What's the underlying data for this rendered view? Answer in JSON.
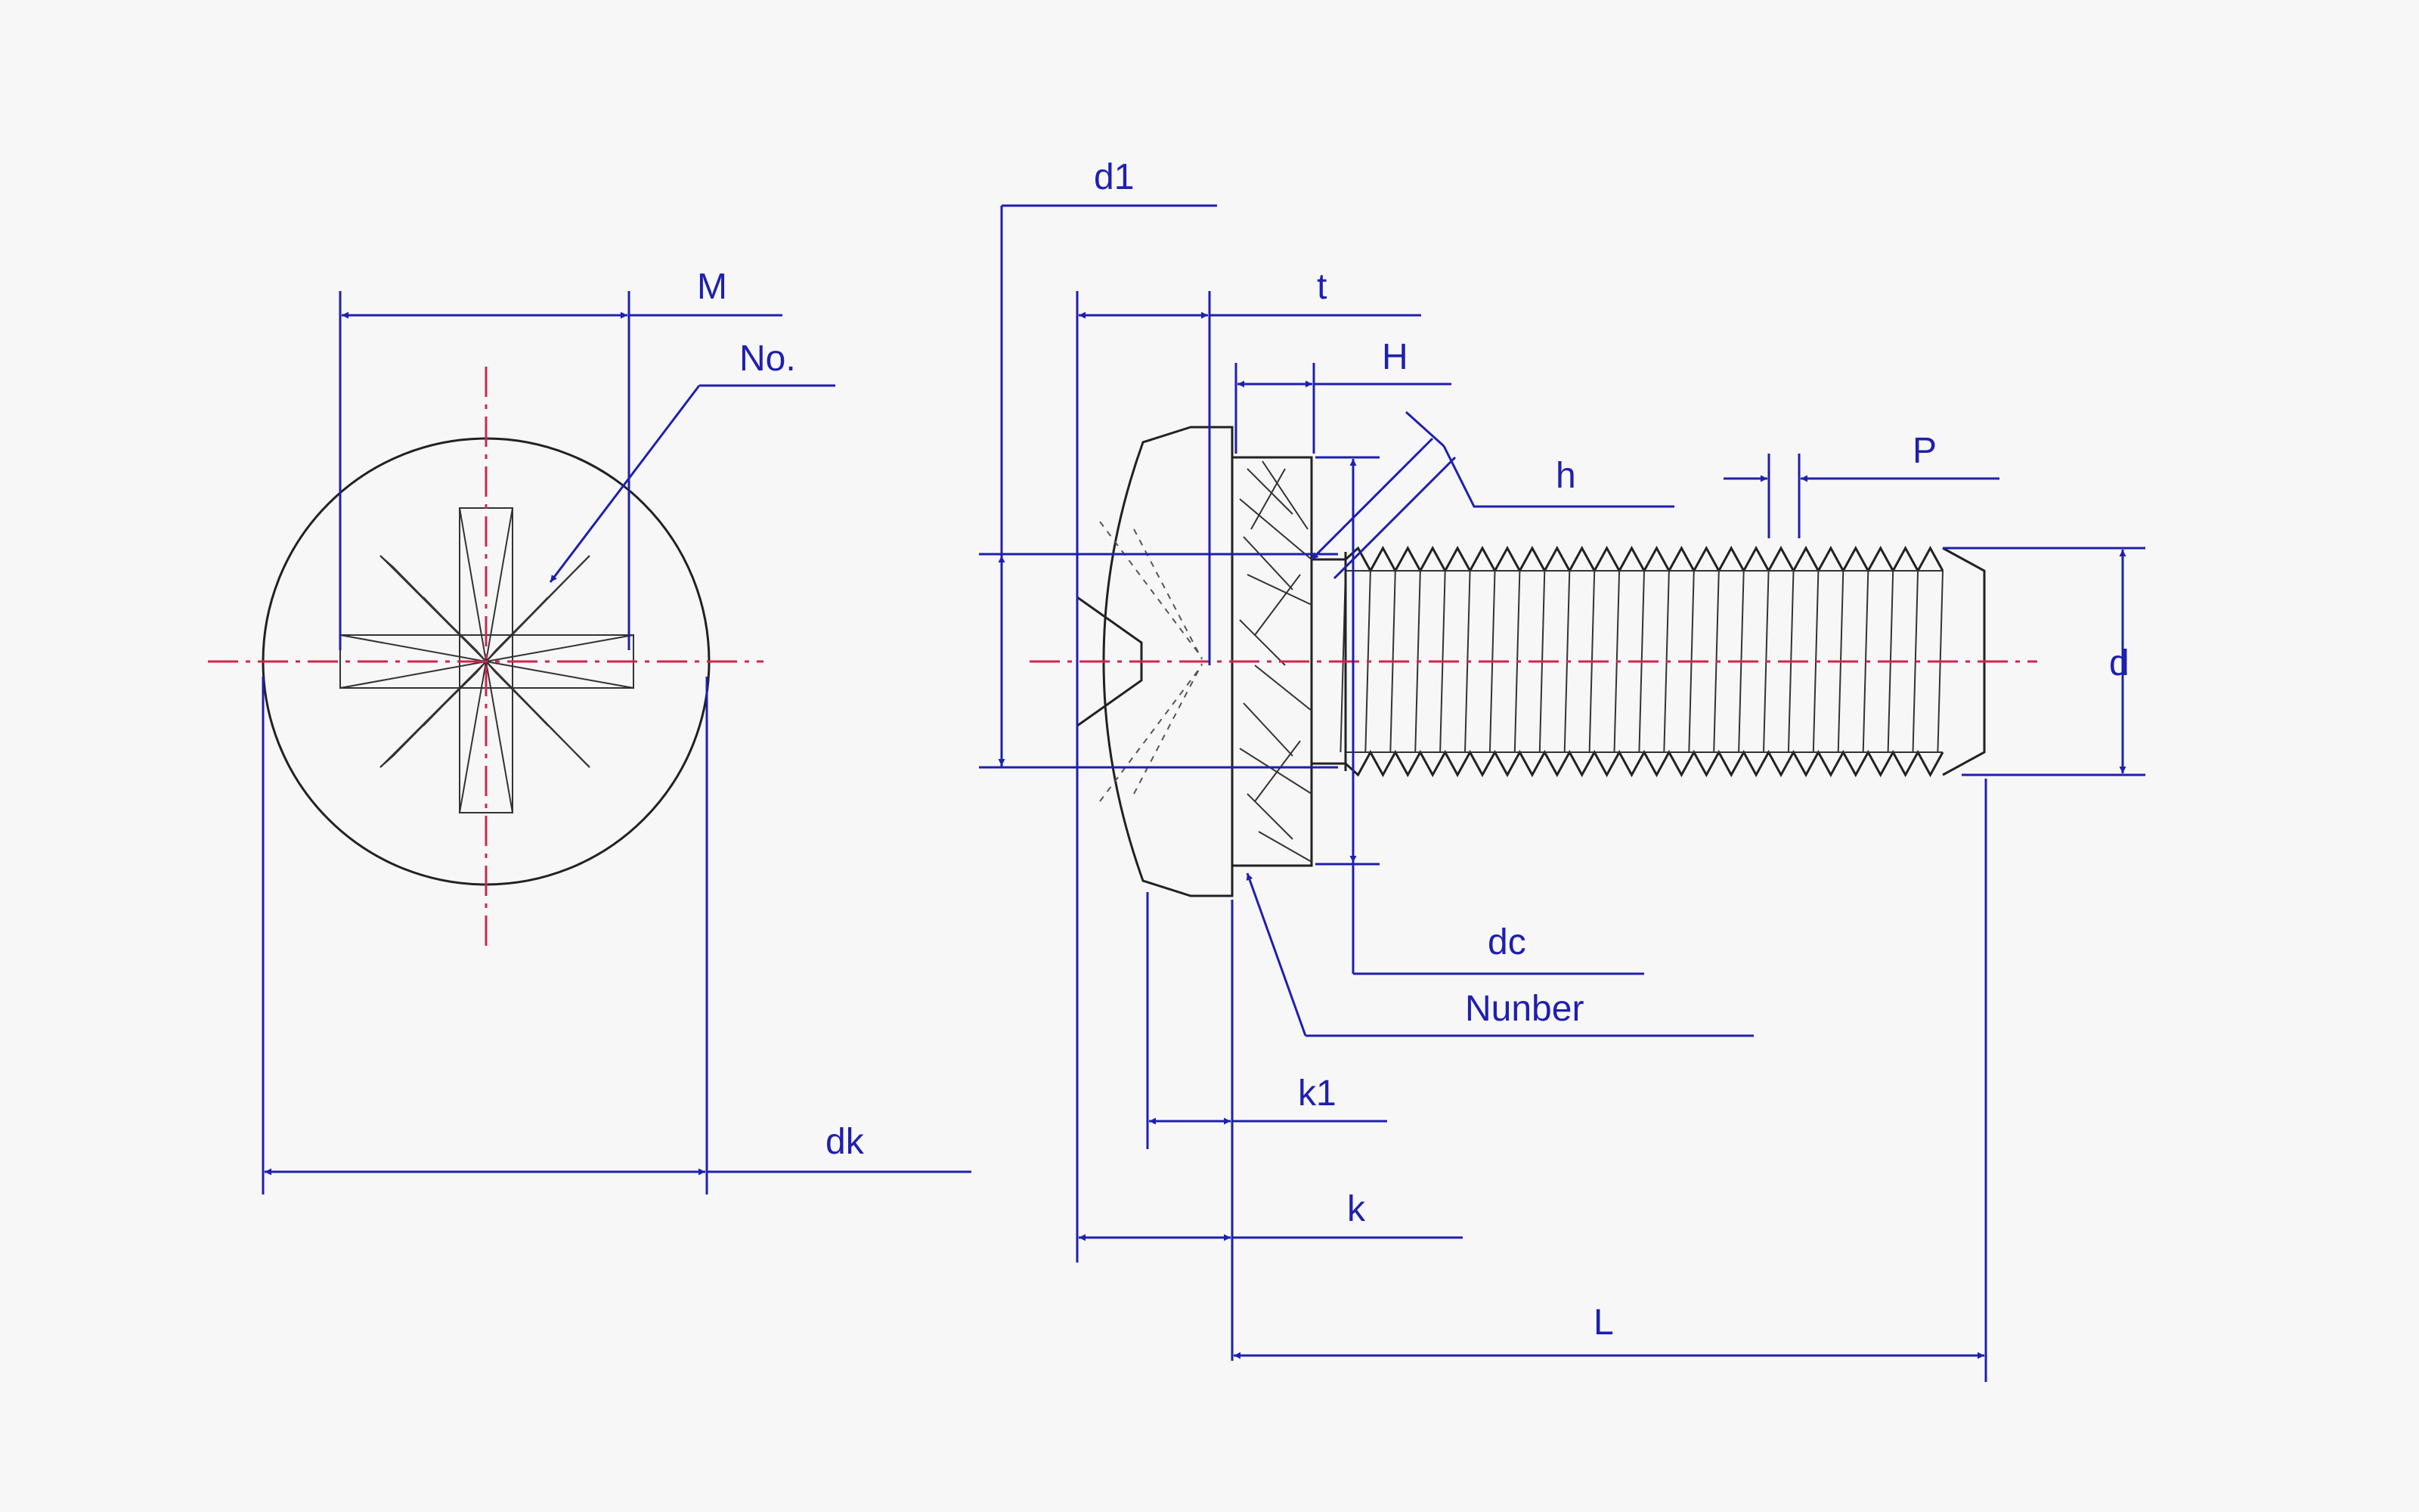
{
  "labels": {
    "M": "M",
    "No": "No.",
    "dk": "dk",
    "d1": "d1",
    "t": "t",
    "H": "H",
    "h": "h",
    "P": "P",
    "d": "d",
    "dc": "dc",
    "Number": "Nunber",
    "k1": "k1",
    "k": "k",
    "L": "L"
  },
  "colors": {
    "dimension": "#1f1fb0",
    "centerline": "#d1254f",
    "outline": "#222222",
    "background": "#f7f7f7"
  },
  "thread_count": 24
}
